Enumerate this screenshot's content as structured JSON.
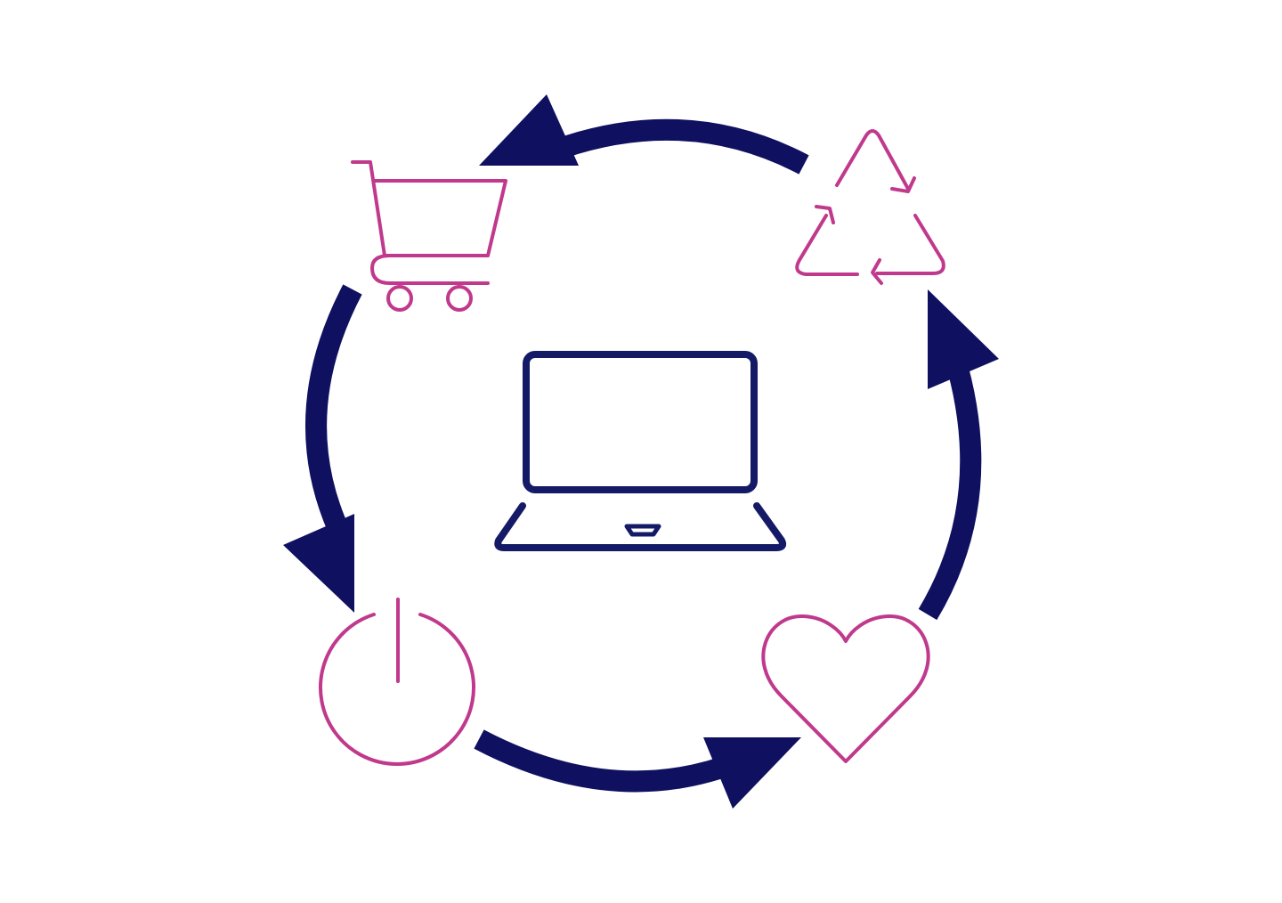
{
  "colors": {
    "background": "#ffffff",
    "arrow": "#0f1060",
    "icon_accent": "#c0398c",
    "device": "#141a66"
  },
  "cycle": {
    "direction": "counter-clockwise",
    "stages": [
      {
        "id": "buy",
        "icon": "shopping-cart-icon"
      },
      {
        "id": "switch-on",
        "icon": "power-icon"
      },
      {
        "id": "care",
        "icon": "heart-icon"
      },
      {
        "id": "recycle",
        "icon": "recycle-icon"
      }
    ],
    "center_icon": "laptop-icon"
  }
}
